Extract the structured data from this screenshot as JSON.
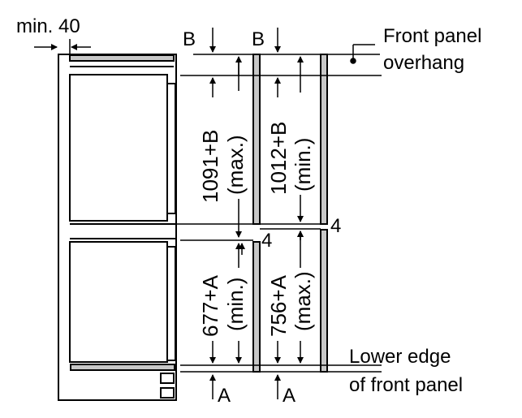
{
  "labels": {
    "min_gap": "min. 40",
    "b_left": "B",
    "b_right": "B",
    "front_panel_line1": "Front panel",
    "front_panel_line2": "overhang",
    "lower_edge_line1": "Lower edge",
    "lower_edge_line2": "of front panel",
    "a_left": "A",
    "a_right": "A",
    "gap_4_upper": "4",
    "gap_4_lower": "4"
  },
  "dimensions": {
    "upper_max_value": "1091+B",
    "upper_max_note": "(max.)",
    "upper_min_value": "1012+B",
    "upper_min_note": "(min.)",
    "lower_min_value": "677+A",
    "lower_min_note": "(min.)",
    "lower_max_value": "756+A",
    "lower_max_note": "(max.)"
  },
  "colors": {
    "line": "#000000",
    "panel_fill": "#c8c8c8"
  }
}
